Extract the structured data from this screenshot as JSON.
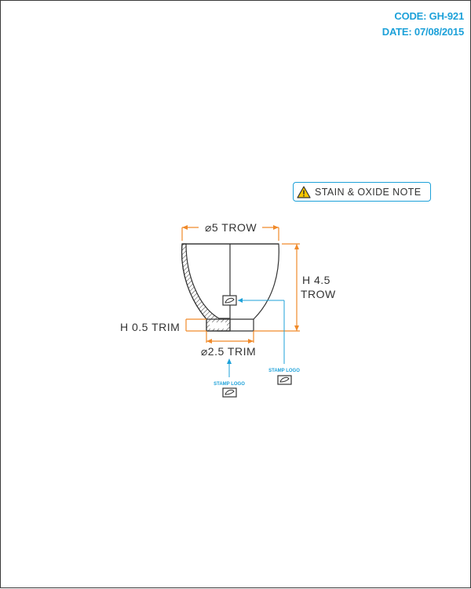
{
  "header": {
    "code": "CODE: GH-921",
    "date": "DATE: 07/08/2015"
  },
  "note": {
    "label": "STAIN & OXIDE NOTE",
    "icon": "warning-triangle-icon"
  },
  "dimensions": {
    "diameter_top": "⌀5 TROW",
    "height_line1": "H 4.5",
    "height_line2": "TROW",
    "foot_height": "H 0.5 TRIM",
    "diameter_foot": "⌀2.5 TRIM"
  },
  "callouts": {
    "stamp_logo_inner": "STAMP LOGO",
    "stamp_logo_foot": "STAMP LOGO"
  },
  "colors": {
    "accent_blue": "#1da1d9",
    "dimension_orange": "#f08a2a",
    "line": "#333333",
    "warning_yellow": "#f7c600"
  }
}
